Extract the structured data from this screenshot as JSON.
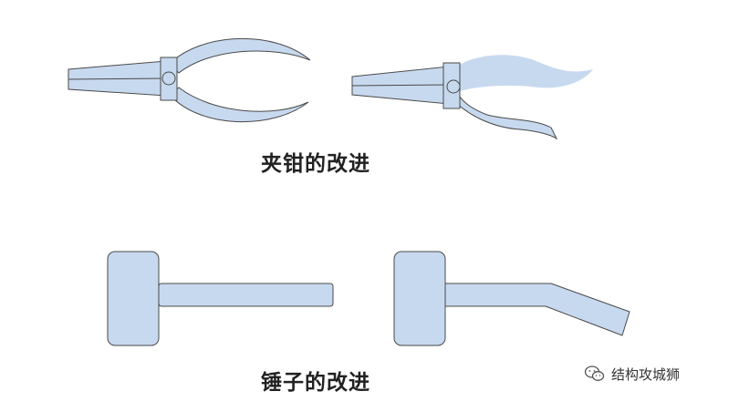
{
  "captions": {
    "pliers": "夹钳的改进",
    "hammer": "锤子的改进"
  },
  "watermark": {
    "icon": "wechat-icon",
    "text": "结构攻城狮"
  },
  "colors": {
    "fill": "#c7d9ee",
    "stroke": "#4a4a4a",
    "background": "#ffffff"
  }
}
